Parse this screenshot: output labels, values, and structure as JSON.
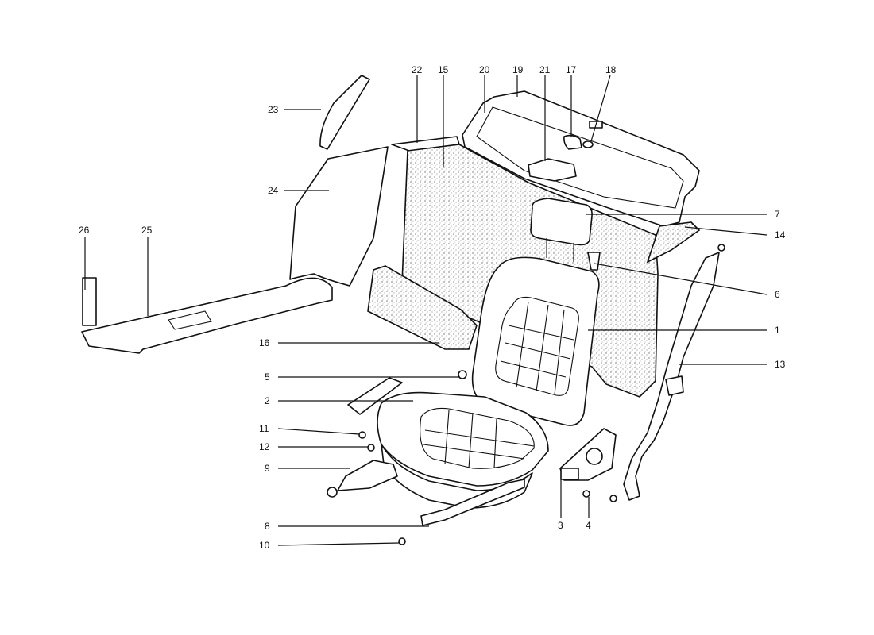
{
  "diagram": {
    "callouts": [
      {
        "id": "1"
      },
      {
        "id": "2"
      },
      {
        "id": "3"
      },
      {
        "id": "4"
      },
      {
        "id": "5"
      },
      {
        "id": "6"
      },
      {
        "id": "7"
      },
      {
        "id": "8"
      },
      {
        "id": "9"
      },
      {
        "id": "10"
      },
      {
        "id": "11"
      },
      {
        "id": "12"
      },
      {
        "id": "13"
      },
      {
        "id": "14"
      },
      {
        "id": "15"
      },
      {
        "id": "16"
      },
      {
        "id": "17"
      },
      {
        "id": "18"
      },
      {
        "id": "19"
      },
      {
        "id": "20"
      },
      {
        "id": "21"
      },
      {
        "id": "22"
      },
      {
        "id": "23"
      },
      {
        "id": "24"
      },
      {
        "id": "25"
      },
      {
        "id": "26"
      }
    ]
  }
}
